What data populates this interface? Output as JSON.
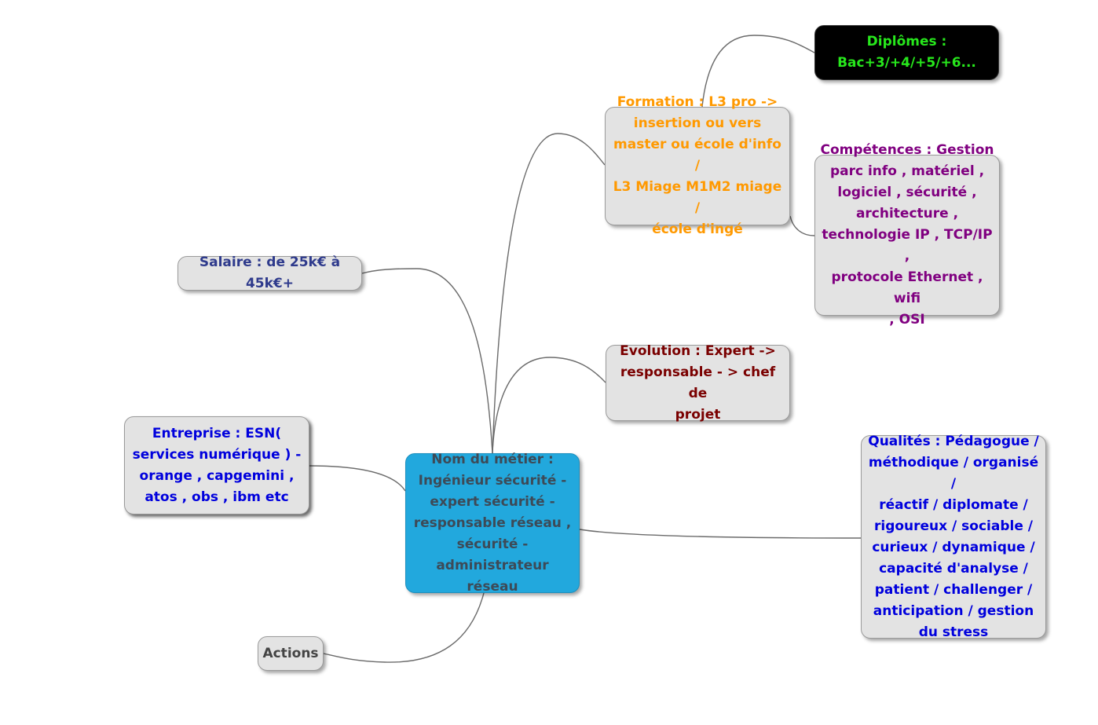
{
  "mindmap": {
    "center": {
      "lines": [
        "Nom du métier :",
        "Ingénieur sécurité -",
        "expert sécurité -",
        "responsable réseau ,",
        "sécurité -",
        "administrateur réseau"
      ],
      "color": "#22a8dd"
    },
    "diplomes": {
      "lines": [
        "Diplômes :",
        "Bac+3/+4/+5/+6..."
      ],
      "color": "#27e81c"
    },
    "formation": {
      "lines": [
        "Formation : L3 pro ->",
        "insertion ou vers",
        "master ou école d'info /",
        "L3 Miage M1M2 miage /",
        "école d'ingé"
      ],
      "color": "#ff9900"
    },
    "competences": {
      "lines": [
        "Compétences : Gestion",
        "parc info , matériel ,",
        "logiciel , sécurité ,",
        "architecture ,",
        "technologie IP , TCP/IP ,",
        "protocole Ethernet , wifi",
        ", OSI"
      ],
      "color": "#800080"
    },
    "evolution": {
      "lines": [
        "Evolution : Expert ->",
        "responsable - > chef de",
        "projet"
      ],
      "color": "#7a0000"
    },
    "qualites": {
      "lines": [
        "Qualités : Pédagogue /",
        "méthodique / organisé /",
        "réactif / diplomate /",
        "rigoureux / sociable /",
        "curieux / dynamique /",
        "capacité d'analyse /",
        "patient / challenger /",
        "anticipation / gestion",
        "du stress"
      ],
      "color": "#0000dd"
    },
    "salaire": {
      "lines": [
        "Salaire : de 25k€ à 45k€+"
      ],
      "color": "#2e3a8c"
    },
    "entreprise": {
      "lines": [
        "Entreprise : ESN(",
        "services numérique ) -",
        "orange , capgemini ,",
        "atos , obs , ibm etc"
      ],
      "color": "#0000dd"
    },
    "actions": {
      "lines": [
        "Actions"
      ],
      "color": "#444444"
    }
  }
}
